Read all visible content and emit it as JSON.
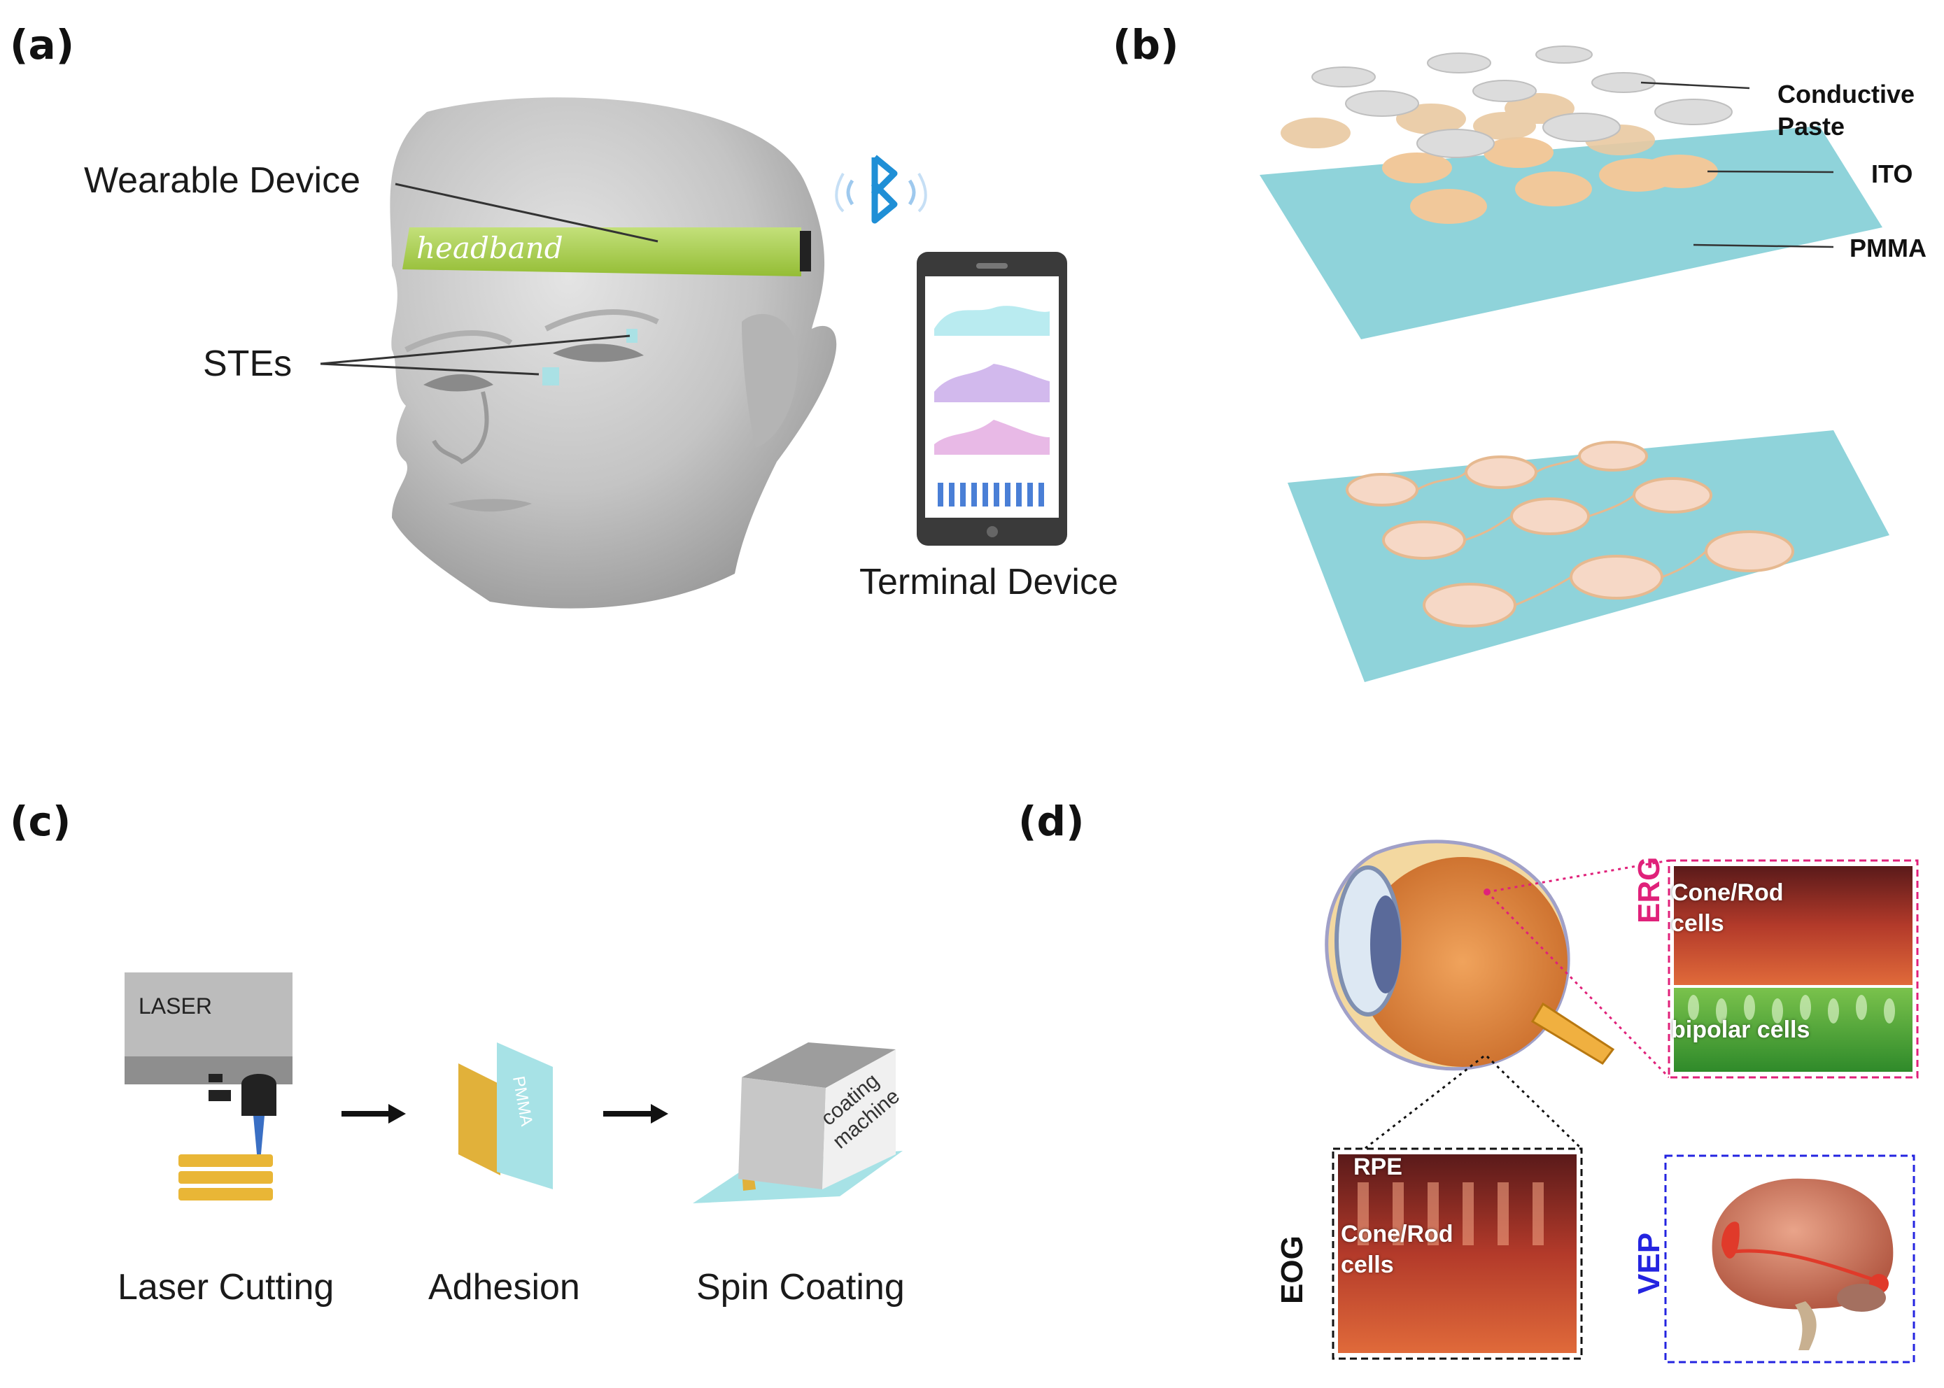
{
  "panels": {
    "a": {
      "label": "(a)",
      "wearable_device": "Wearable Device",
      "ste_label": "STEs",
      "headband_text": "headband",
      "terminal_device": "Terminal Device"
    },
    "b": {
      "label": "(b)",
      "conductive_paste": [
        "Conductive",
        "Paste"
      ],
      "ito": "ITO",
      "pmma": "PMMA"
    },
    "c": {
      "label": "(c)",
      "laser_box": "LASER",
      "pmma_sheet": "PMMA",
      "coating_machine": [
        "coating",
        "machine"
      ],
      "steps": [
        "Laser Cutting",
        "Adhesion",
        "Spin Coating"
      ]
    },
    "d": {
      "label": "(d)",
      "erg": "ERG",
      "eog": "EOG",
      "vep": "VEP",
      "erg_top": [
        "Cone/Rod",
        "cells"
      ],
      "erg_bottom": "bipolar cells",
      "eog_top": "RPE",
      "eog_mid": [
        "Cone/Rod",
        "cells"
      ]
    }
  },
  "colors": {
    "headband": "#a8cf45",
    "pmma": "#8fd3da",
    "ito": "#f1c89a",
    "paste": "#d9d9d9",
    "bluetooth": "#1f8fd6",
    "erg": "#e0217a",
    "vep": "#2424e0",
    "eog": "#111111"
  },
  "icons": [
    "bluetooth-icon",
    "smartphone-icon",
    "eye-icon",
    "brain-icon",
    "arrow-right-icon"
  ]
}
